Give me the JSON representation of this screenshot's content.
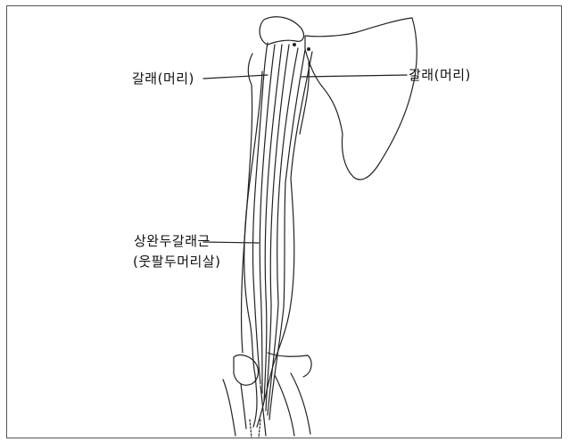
{
  "labels": {
    "left_head": "갈래(머리)",
    "right_head": "갈래(머리)",
    "muscle_name": "상완두갈래근",
    "muscle_alt_name": "(웃팔두머리살)"
  }
}
